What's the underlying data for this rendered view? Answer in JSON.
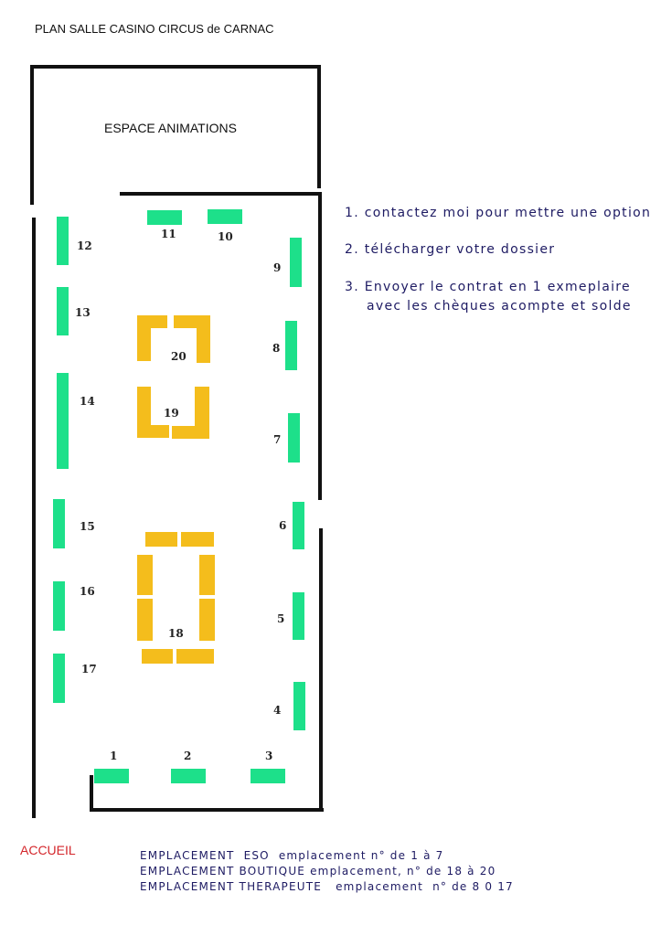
{
  "title": "PLAN SALLE CASINO CIRCUS de CARNAC",
  "zone_label": "ESPACE ANIMATIONS",
  "entrance_label": "ACCUEIL",
  "instructions": [
    "1. contactez moi pour mettre une option",
    "2. télécharger votre dossier",
    "3. Envoyer le contrat en 1 exmeplaire",
    "avec les chèques acompte et solde"
  ],
  "legend": [
    "EMPLACEMENT  ESO  emplacement n° de 1 à 7",
    "EMPLACEMENT BOUTIQUE emplacement, n° de 18 à 20",
    "EMPLACEMENT THERAPEUTE   emplacement  n° de 8 0 17"
  ],
  "colors": {
    "eso_therapeute": "#1de08a",
    "boutique": "#f4bd1c",
    "text_blue": "#1e1b63",
    "accueil_red": "#d4262b",
    "walls": "#111111"
  },
  "stands": [
    "1",
    "2",
    "3",
    "4",
    "5",
    "6",
    "7",
    "8",
    "9",
    "10",
    "11",
    "12",
    "13",
    "14",
    "15",
    "16",
    "17",
    "18",
    "19",
    "20"
  ]
}
